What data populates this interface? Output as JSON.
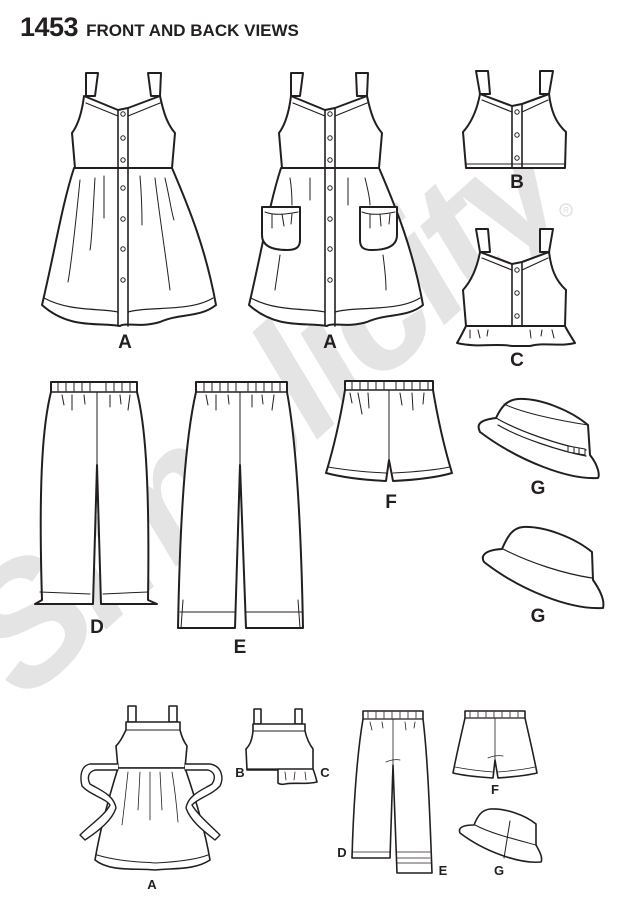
{
  "header": {
    "pattern_number": "1453",
    "title": "FRONT AND BACK VIEWS"
  },
  "watermark": {
    "text": "Simplicity",
    "registered_mark": "®",
    "color": "#e3e3e3"
  },
  "colors": {
    "line": "#231f20",
    "fill": "#ffffff",
    "background": "#ffffff"
  },
  "views": {
    "front": [
      {
        "id": "dress-a-front",
        "label": "A",
        "description": "Button-front sundress with gathered skirt"
      },
      {
        "id": "dress-a-pockets",
        "label": "A",
        "description": "Button-front sundress with patch pockets"
      },
      {
        "id": "top-b",
        "label": "B",
        "description": "Cropped button-front top"
      },
      {
        "id": "top-c",
        "label": "C",
        "description": "Button-front top with ruffle hem"
      },
      {
        "id": "pants-d",
        "label": "D",
        "description": "Cropped pants with elastic waist"
      },
      {
        "id": "pants-e",
        "label": "E",
        "description": "Long pants with cuffs and side vents"
      },
      {
        "id": "shorts-f",
        "label": "F",
        "description": "Elastic-waist shorts with cuffs"
      },
      {
        "id": "hat-g-band",
        "label": "G",
        "description": "Bucket hat with band"
      },
      {
        "id": "hat-g-plain",
        "label": "G",
        "description": "Plain bucket hat"
      }
    ],
    "back": [
      {
        "id": "dress-a-back",
        "label": "A",
        "description": "Dress back view with ties"
      },
      {
        "id": "top-bc-back",
        "label_left": "B",
        "label_right": "C",
        "description": "Top back view"
      },
      {
        "id": "pants-de-back",
        "label_left": "D",
        "label_right": "E",
        "description": "Pants back view"
      },
      {
        "id": "shorts-f-back",
        "label": "F",
        "description": "Shorts back view"
      },
      {
        "id": "hat-g-back",
        "label": "G",
        "description": "Hat back view"
      }
    ]
  }
}
